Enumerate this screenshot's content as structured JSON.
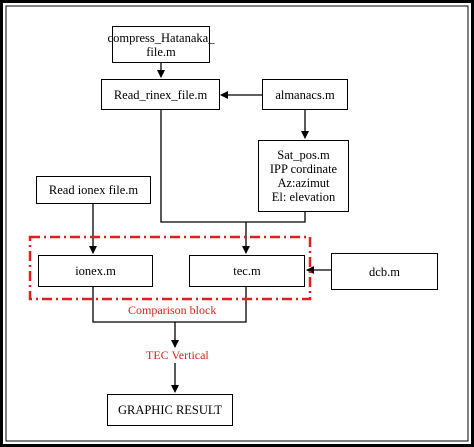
{
  "diagram": {
    "nodes": {
      "compress": {
        "lines": [
          "compress_Hatanaka_",
          "file.m"
        ]
      },
      "read_rinex": {
        "lines": [
          "Read_rinex_file.m"
        ]
      },
      "almanacs": {
        "lines": [
          "almanacs.m"
        ]
      },
      "sat_pos": {
        "lines": [
          "Sat_pos.m",
          "IPP cordinate",
          "Az:azimut",
          "El: elevation"
        ]
      },
      "read_ionex": {
        "lines": [
          "Read ionex file.m"
        ]
      },
      "ionex": {
        "lines": [
          "ionex.m"
        ]
      },
      "tec": {
        "lines": [
          "tec.m"
        ]
      },
      "dcb": {
        "lines": [
          "dcb.m"
        ]
      },
      "graphic": {
        "lines": [
          "GRAPHIC RESULT"
        ]
      }
    },
    "comparison_block_label": "Comparison block",
    "tec_vertical_label": "TEC Vertical",
    "colors": {
      "highlight": "#e0201c",
      "line": "#000000"
    }
  }
}
